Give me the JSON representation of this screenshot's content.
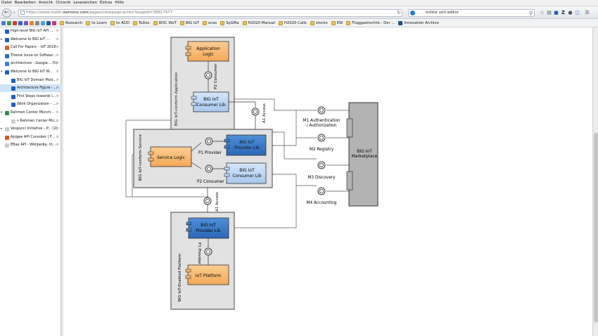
{
  "menu": [
    "Datei",
    "Bearbeiten",
    "Ansicht",
    "Chronik",
    "Lesezeichen",
    "Extras",
    "Hilfe"
  ],
  "url": {
    "prefix": "https://www.ctwiki.",
    "domain": "siemens.com",
    "suffix": "/pages/viewpage.action?pageId=38917977"
  },
  "search": {
    "value": "online uml editor"
  },
  "bookmarks": [
    {
      "label": "Research",
      "color": "#e7c35a"
    },
    {
      "label": "to Learn",
      "color": "#e7c35a"
    },
    {
      "label": "to ADD",
      "color": "#e7c35a"
    },
    {
      "label": "ToDos",
      "color": "#e7c35a"
    },
    {
      "label": "W3C WoT",
      "color": "#e7c35a"
    },
    {
      "label": "BIG IoT",
      "color": "#e7c35a"
    },
    {
      "label": "ecas",
      "color": "#e7c35a"
    },
    {
      "label": "SyGMa",
      "color": "#e7c35a"
    },
    {
      "label": "H2020 Manual",
      "color": "#e7c35a"
    },
    {
      "label": "H2020 Calls",
      "color": "#e7c35a"
    },
    {
      "label": "stocks",
      "color": "#e7c35a"
    },
    {
      "label": "EW",
      "color": "#e7c35a"
    },
    {
      "label": "Fluggastrechte - Der ...",
      "color": "#e7c35a"
    },
    {
      "label": "Innovation Archive",
      "color": "#1f4e8c"
    }
  ],
  "tabs": [
    {
      "label": "High-level BIG IoT API ...",
      "icon": "#1f5fbf",
      "twisty": "",
      "indent": 0,
      "selected": false
    },
    {
      "label": "Welcome to BIG IoT ...",
      "icon": "#1f5fbf",
      "twisty": "▸",
      "indent": 0,
      "selected": false
    },
    {
      "label": "Call For Papers – IoT 2016",
      "icon": "#e05a2b",
      "twisty": "",
      "indent": 0,
      "selected": false
    },
    {
      "label": "Theme Issue on Softwar...",
      "icon": "#2a6fb8",
      "twisty": "",
      "indent": 0,
      "selected": false
    },
    {
      "label": "architecture - Google... (5)",
      "icon": "#3d7be0",
      "twisty": "",
      "indent": 0,
      "selected": false
    },
    {
      "label": "Welcome to BIG IoT W...",
      "icon": "#1f5fbf",
      "twisty": "▾",
      "indent": 0,
      "selected": false
    },
    {
      "label": "BIG IoT Domain Mod...",
      "icon": "#1f5fbf",
      "twisty": "",
      "indent": 1,
      "selected": false
    },
    {
      "label": "Architecture Figure - ...",
      "icon": "#1f5fbf",
      "twisty": "",
      "indent": 1,
      "selected": true
    },
    {
      "label": "First Steps towards i...",
      "icon": "#1f5fbf",
      "twisty": "",
      "indent": 1,
      "selected": false
    },
    {
      "label": "Work Organization - ...",
      "icon": "#1f5fbf",
      "twisty": "",
      "indent": 1,
      "selected": false
    },
    {
      "label": "Rahmen Center Münch...",
      "icon": "#2d8a4a",
      "twisty": "▾",
      "indent": 0,
      "selected": false
    },
    {
      "label": "• Rahmen Center Mü...",
      "icon": "#cccccc",
      "twisty": "",
      "indent": 1,
      "selected": false
    },
    {
      "label": "Vespucci Initiative – P... (2)",
      "icon": "#cccccc",
      "twisty": "▸",
      "indent": 0,
      "selected": false
    },
    {
      "label": "Apigee API Consoles | F...",
      "icon": "#e0572b",
      "twisty": "",
      "indent": 0,
      "selected": false
    },
    {
      "label": "EBay API - Wikipedia, th...",
      "icon": "#cccccc",
      "twisty": "",
      "indent": 0,
      "selected": false
    }
  ],
  "diagram": {
    "containers": {
      "app": "BIG IoT-conform Application",
      "service": "BIG IoT-conform Service",
      "platform": "BIG IoT-Enabled Platform"
    },
    "components": {
      "app_logic": [
        "Application",
        "Logic"
      ],
      "consumer_lib_top": [
        "BIG IoT",
        "Consumer Lib"
      ],
      "service_logic": [
        "Service Logic"
      ],
      "provider_lib_service": [
        "BIG IoT",
        "Provider Lib"
      ],
      "consumer_lib_service": [
        "BIG IoT",
        "Consumer Lib"
      ],
      "provider_lib_platform": [
        "BIG IoT",
        "Provider Lib"
      ],
      "iot_platform": [
        "IoT Platform"
      ],
      "marketplace": [
        "BIG IoT",
        "Marketplace"
      ]
    },
    "interface_labels": {
      "p2_consumer_top": "P2 Consumer",
      "a1_access_top": "A1 Access",
      "p1_provider": "P1 Provider",
      "p2_consumer_service": "P2 Consumer",
      "a1_access_bottom": "A1 Access",
      "p1_provider_platform": "P1 Provider"
    },
    "market_interfaces": [
      [
        "M1 Authentication",
        "/ Authorization"
      ],
      [
        "M2 Registry"
      ],
      [
        "M3 Discovery"
      ],
      [
        "M4 Accounting"
      ]
    ]
  }
}
